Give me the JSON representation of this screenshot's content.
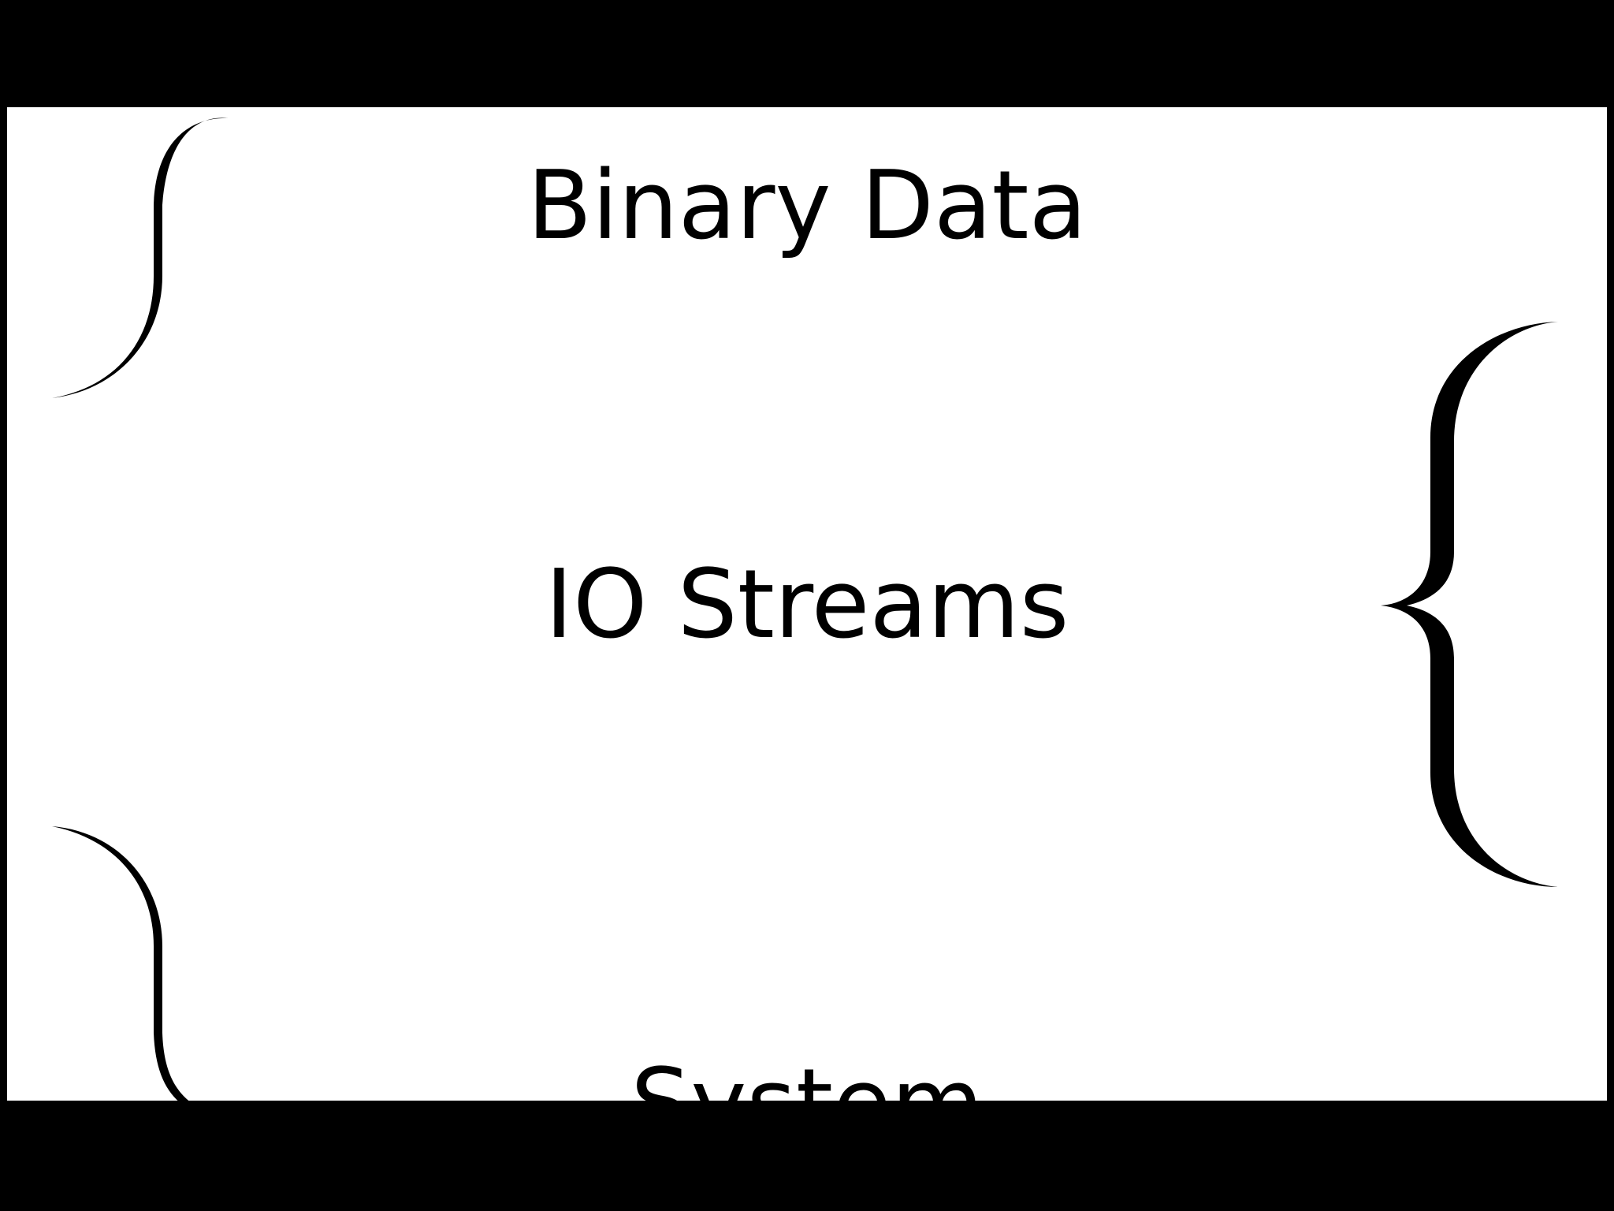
{
  "diagram": {
    "top_label": "Binary Data",
    "middle_label": "IO Streams",
    "bottom_label": "System",
    "colors": {
      "background": "#ffffff",
      "letterbox": "#000000",
      "ink": "#000000"
    },
    "shapes": [
      "brace-upper-left",
      "brace-right",
      "brace-lower-left"
    ]
  }
}
